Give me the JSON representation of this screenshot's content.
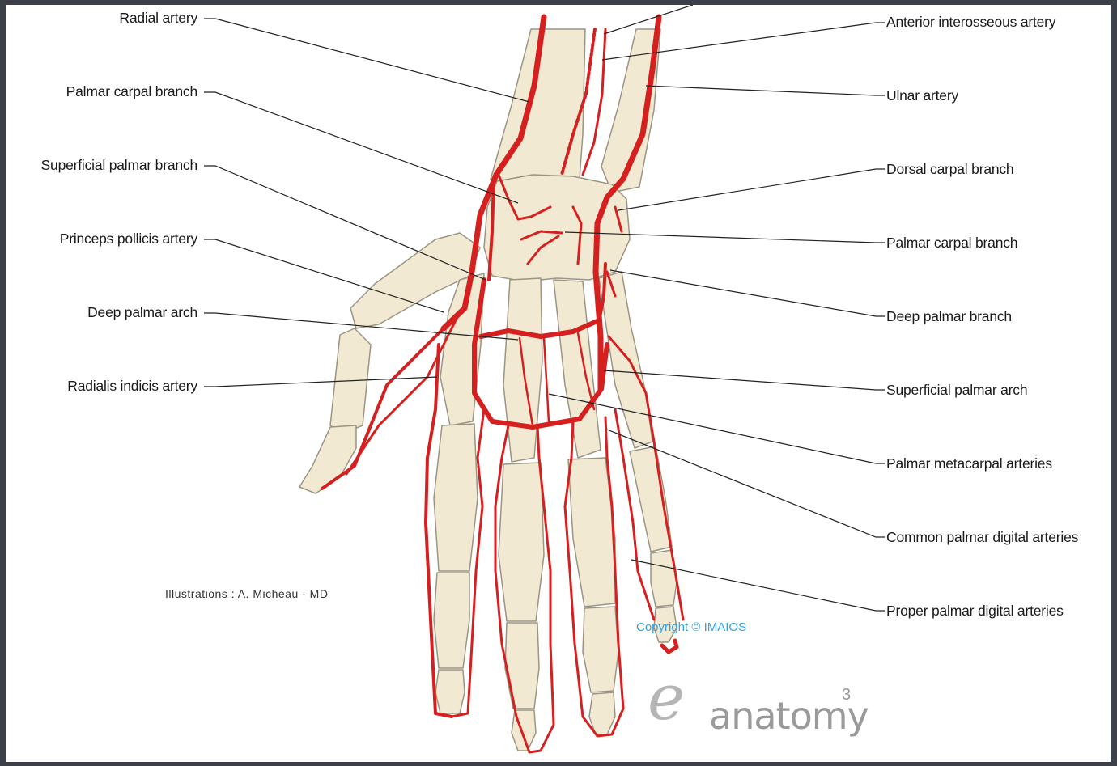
{
  "labels_left": [
    "Radial artery",
    "Palmar carpal branch",
    "Superficial palmar branch",
    "Princeps pollicis artery",
    "Deep palmar arch",
    "Radialis indicis artery"
  ],
  "labels_right": [
    "Anterior interosseous artery",
    "Ulnar artery",
    "Dorsal carpal branch",
    "Palmar carpal branch",
    "Deep palmar branch",
    "Superficial palmar arch",
    "Palmar metacarpal arteries",
    "Common palmar digital arteries",
    "Proper palmar digital arteries"
  ],
  "credit": "Illustrations : A. Micheau - MD",
  "copyright": "Copyright © IMAIOS",
  "logo": {
    "mark": "e",
    "word": "anatomy",
    "superscript": "3"
  },
  "colors": {
    "artery": "#d62020",
    "bone": "#f1e9d2",
    "bone_outline": "#9c9583",
    "leader": "#222222",
    "border": "#3d4049"
  }
}
